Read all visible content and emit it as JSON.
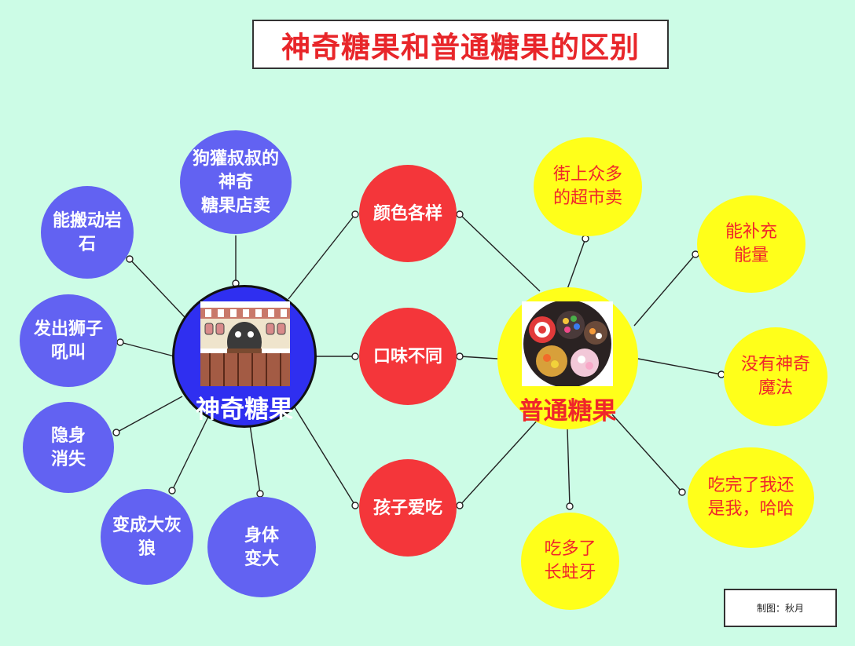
{
  "title": "神奇糖果和普通糖果的区别",
  "credit": "制图：秋月",
  "left_center": {
    "label": "神奇糖果"
  },
  "right_center": {
    "label": "普通糖果"
  },
  "left_nodes": [
    "狗獾叔叔的\n神奇\n糖果店卖",
    "能搬动岩\n石",
    "发出狮子\n吼叫",
    "隐身\n消失",
    "变成大灰\n狼",
    "身体\n变大"
  ],
  "middle_nodes": [
    "颜色各样",
    "口味不同",
    "孩子爱吃"
  ],
  "right_nodes": [
    "街上众多\n的超市卖",
    "能补充\n能量",
    "没有神奇\n魔法",
    "吃完了我还\n是我，哈哈",
    "吃多了\n长蛀牙"
  ],
  "colors": {
    "background": "#ccfce6",
    "blue_node": "#6262f2",
    "left_center": "#2f2ff0",
    "red_node": "#f4363a",
    "yellow_node": "#ffff1a",
    "title_text": "#e8262a"
  }
}
